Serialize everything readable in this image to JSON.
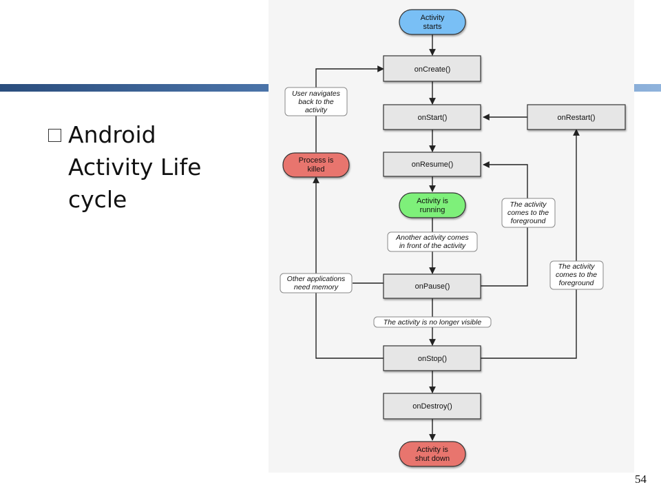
{
  "slide": {
    "bullet_text": "Android Activity Life cycle",
    "page_number": "54"
  },
  "diagram": {
    "nodes": {
      "activity_starts": [
        "Activity",
        "starts"
      ],
      "on_create": "onCreate()",
      "on_start": "onStart()",
      "on_restart": "onRestart()",
      "on_resume": "onResume()",
      "activity_running": [
        "Activity is",
        "running"
      ],
      "on_pause": "onPause()",
      "on_stop": "onStop()",
      "on_destroy": "onDestroy()",
      "activity_shut_down": [
        "Activity is",
        "shut down"
      ],
      "process_killed": [
        "Process is",
        "killed"
      ]
    },
    "labels": {
      "user_navigates_back": [
        "User navigates",
        "back to the",
        "activity"
      ],
      "comes_to_foreground_1": [
        "The activity",
        "comes to the",
        "foreground"
      ],
      "comes_to_foreground_2": [
        "The activity",
        "comes to the",
        "foreground"
      ],
      "another_activity": [
        "Another activity comes",
        "in front of the activity"
      ],
      "other_apps_memory": [
        "Other applications",
        "need memory"
      ],
      "no_longer_visible": "The activity is no longer visible"
    },
    "colors": {
      "start_node": "#79bff5",
      "running_node": "#7ef07a",
      "end_node": "#e8756e",
      "method_box": "#e6e6e6",
      "line": "#222222"
    }
  }
}
